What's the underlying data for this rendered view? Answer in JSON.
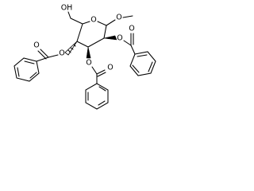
{
  "molecule": {
    "atom_labels": {
      "hydroxyl_o": "OH",
      "ring_o": "O",
      "anomeric_o": "O",
      "o2": "O",
      "o2_carbonyl": "O",
      "o3": "O",
      "o3_carbonyl": "O",
      "o4": "O",
      "o4_carbonyl": "O"
    }
  }
}
